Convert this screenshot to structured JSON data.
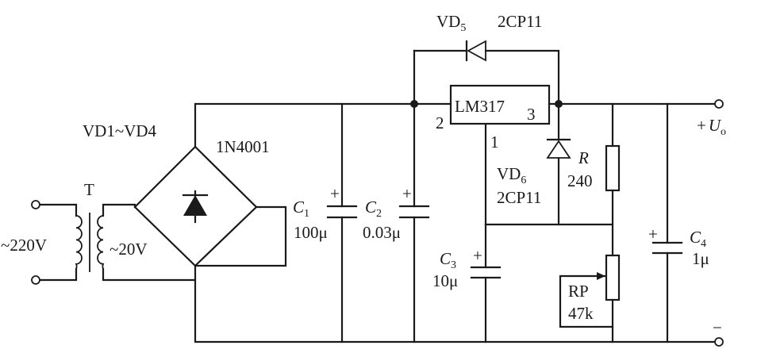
{
  "labels": {
    "vd5": "VD",
    "vd5_sub": "5",
    "vd5_part": "2CP11",
    "ic": "LM317",
    "pin2": "2",
    "pin3": "3",
    "pin1": "1",
    "bridge": "VD1~VD4",
    "bridge_part": "1N4001",
    "transformer": "T",
    "input_voltage": "~220V",
    "secondary_voltage": "~20V",
    "c1": "C",
    "c1_sub": "1",
    "c1_val": "100μ",
    "c1_plus": "+",
    "c2": "C",
    "c2_sub": "2",
    "c2_val": "0.03μ",
    "c2_plus": "+",
    "vd6": "VD",
    "vd6_sub": "6",
    "vd6_part": "2CP11",
    "r": "R",
    "r_val": "240",
    "c3": "C",
    "c3_sub": "3",
    "c3_val": "10μ",
    "c3_plus": "+",
    "rp": "RP",
    "rp_val": "47k",
    "c4": "C",
    "c4_sub": "4",
    "c4_val": "1μ",
    "c4_plus": "+",
    "out_plus": "+",
    "out_u": "U",
    "out_sub": "o",
    "out_minus": "−"
  }
}
